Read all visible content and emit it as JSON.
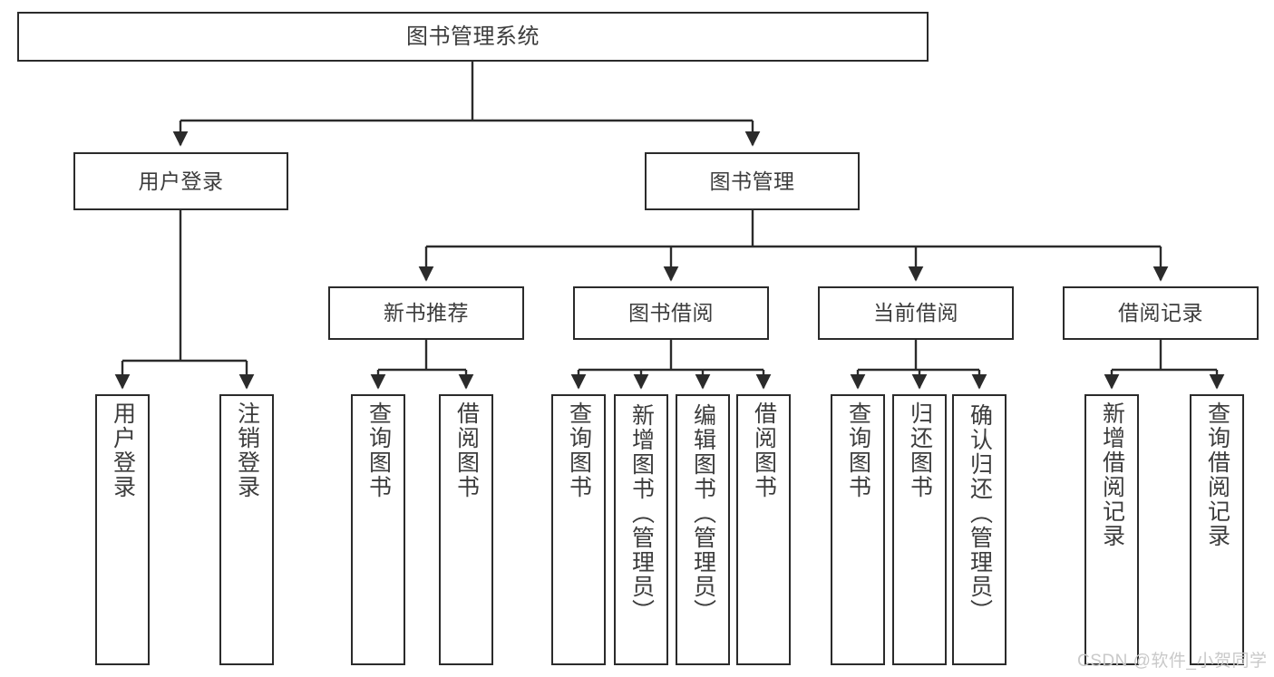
{
  "diagram": {
    "type": "tree-hierarchy",
    "title": "图书管理系统",
    "watermark": "CSDN @软件_小贺同学",
    "colors": {
      "box_border": "#2b2b2b",
      "box_fill": "#ffffff",
      "connector": "#2b2b2b",
      "text": "#3c3c3c",
      "watermark": "#c9c9c9",
      "background": "#ffffff"
    },
    "levels": {
      "root": {
        "label": "图书管理系统"
      },
      "level2": [
        {
          "label": "用户登录"
        },
        {
          "label": "图书管理"
        }
      ],
      "level3": [
        {
          "label": "新书推荐"
        },
        {
          "label": "图书借阅"
        },
        {
          "label": "当前借阅"
        },
        {
          "label": "借阅记录"
        }
      ],
      "leaves_user_login": [
        {
          "label": "用户登录"
        },
        {
          "label": "注销登录"
        }
      ],
      "leaves_new_books": [
        {
          "label": "查询图书"
        },
        {
          "label": "借阅图书"
        }
      ],
      "leaves_borrow": [
        {
          "label": "查询图书"
        },
        {
          "label": "新增图书（管理员）"
        },
        {
          "label": "编辑图书（管理员）"
        },
        {
          "label": "借阅图书"
        }
      ],
      "leaves_current": [
        {
          "label": "查询图书"
        },
        {
          "label": "归还图书"
        },
        {
          "label": "确认归还（管理员）"
        }
      ],
      "leaves_records": [
        {
          "label": "新增借阅记录"
        },
        {
          "label": "查询借阅记录"
        }
      ]
    }
  }
}
